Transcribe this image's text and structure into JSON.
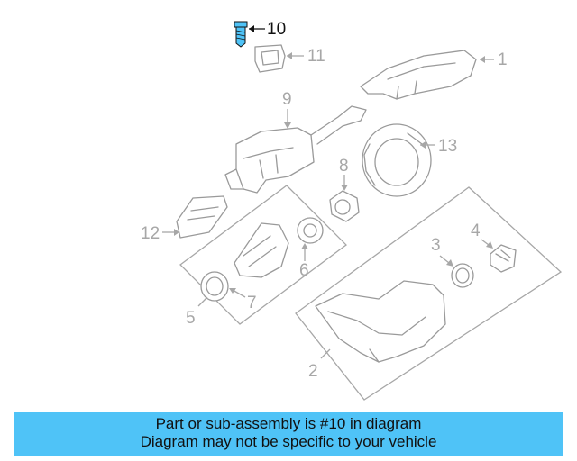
{
  "diagram": {
    "highlight_color": "#4fc3f7",
    "callouts": [
      "1",
      "2",
      "3",
      "4",
      "5",
      "6",
      "7",
      "8",
      "9",
      "10",
      "11",
      "12",
      "13"
    ],
    "highlighted_callout": "10"
  },
  "banner": {
    "line1": "Part or sub-assembly is #10 in diagram",
    "line2": "Diagram may not be specific to your vehicle",
    "background": "#4fc3f7"
  }
}
